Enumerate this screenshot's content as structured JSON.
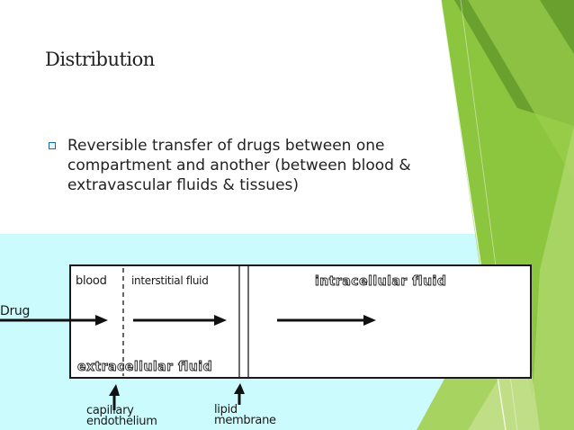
{
  "slide": {
    "title": "Distribution",
    "bullet": "Reversible transfer of drugs between one compartment  and another  (between blood & extravascular fluids & tissues)"
  },
  "diagram": {
    "labels": {
      "blood": "blood",
      "interstitial": "interstitial fluid",
      "intracellular": "intracellular fluid",
      "drug": "Drug",
      "extracellular": "extracellular fluid",
      "capillary": "capillary",
      "endothelium": "endothelium",
      "lipid": "lipid",
      "membrane": "membrane"
    }
  },
  "colors": {
    "accent_green": "#8cc63f",
    "dark_green": "#6aa02e",
    "light_green": "#c6e08e",
    "panel_cyan": "#ccfbfd"
  }
}
